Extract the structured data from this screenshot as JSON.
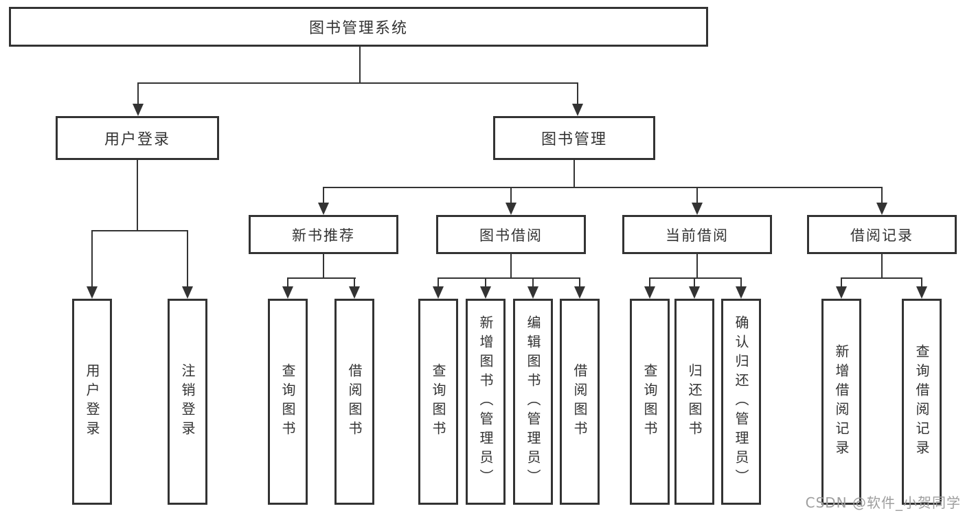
{
  "diagram": {
    "type": "tree",
    "root": {
      "label": "图书管理系统"
    },
    "level2": [
      {
        "label": "用户登录"
      },
      {
        "label": "图书管理"
      }
    ],
    "level3": [
      {
        "label": "新书推荐",
        "parent": "图书管理"
      },
      {
        "label": "图书借阅",
        "parent": "图书管理"
      },
      {
        "label": "当前借阅",
        "parent": "图书管理"
      },
      {
        "label": "借阅记录",
        "parent": "图书管理"
      }
    ],
    "leaves": [
      {
        "label": "用户登录",
        "parent": "用户登录"
      },
      {
        "label": "注销登录",
        "parent": "用户登录"
      },
      {
        "label": "查询图书",
        "parent": "新书推荐"
      },
      {
        "label": "借阅图书",
        "parent": "新书推荐"
      },
      {
        "label": "查询图书",
        "parent": "图书借阅"
      },
      {
        "label": "新增图书（管理员）",
        "parent": "图书借阅"
      },
      {
        "label": "编辑图书（管理员）",
        "parent": "图书借阅"
      },
      {
        "label": "借阅图书",
        "parent": "图书借阅"
      },
      {
        "label": "查询图书",
        "parent": "当前借阅"
      },
      {
        "label": "归还图书",
        "parent": "当前借阅"
      },
      {
        "label": "确认归还（管理员）",
        "parent": "当前借阅"
      },
      {
        "label": "新增借阅记录",
        "parent": "借阅记录"
      },
      {
        "label": "查询借阅记录",
        "parent": "借阅记录"
      }
    ]
  },
  "watermark": {
    "text": "CSDN @软件_小贺同学"
  },
  "colors": {
    "line": "#333333",
    "border": "#333333",
    "text": "#333333",
    "background": "#ffffff",
    "watermark": "#9e9e9e"
  }
}
